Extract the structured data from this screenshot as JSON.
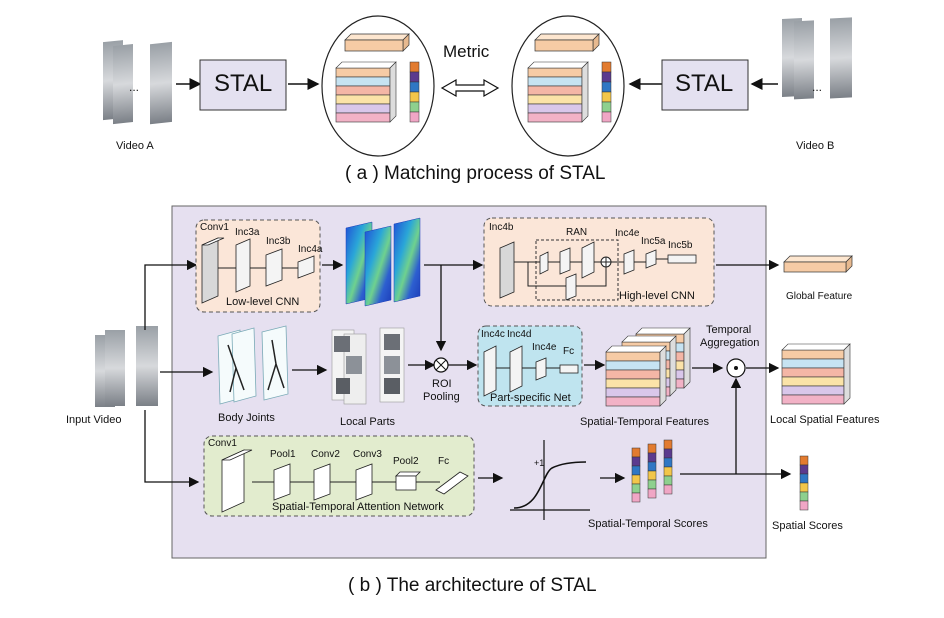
{
  "part_a": {
    "caption": "( a ) Matching process of STAL",
    "stal_left": "STAL",
    "stal_right": "STAL",
    "metric": "Metric",
    "video_a": "Video A",
    "video_b": "Video B",
    "ellipsis": "..."
  },
  "part_b": {
    "caption": "( b ) The architecture of STAL",
    "input_video": "Input Video",
    "low_level": {
      "title": "Low-level CNN",
      "conv1": "Conv1",
      "inc3a": "Inc3a",
      "inc3b": "Inc3b",
      "inc4a": "Inc4a"
    },
    "high_level": {
      "title": "High-level CNN",
      "inc4b": "Inc4b",
      "ran": "RAN",
      "inc4e": "Inc4e",
      "inc5a": "Inc5a",
      "inc5b": "Inc5b"
    },
    "global_feature": "Global Feature",
    "body_joints": "Body Joints",
    "local_parts": "Local Parts",
    "roi_pooling": "ROI\nPooling",
    "roi_line1": "ROI",
    "roi_line2": "Pooling",
    "part_net": {
      "title": "Part-specific Net",
      "inc4c": "Inc4c",
      "inc4d": "Inc4d",
      "inc4e": "Inc4e",
      "fc": "Fc"
    },
    "st_features": "Spatial-Temporal  Features",
    "temporal_agg_1": "Temporal",
    "temporal_agg_2": "Aggregation",
    "local_spatial_features": "Local Spatial Features",
    "attention_net": {
      "title": "Spatial-Temporal Attention Network",
      "conv1": "Conv1",
      "pool1": "Pool1",
      "conv2": "Conv2",
      "conv3": "Conv3",
      "pool2": "Pool2",
      "fc": "Fc"
    },
    "sigmoid_label": "+1",
    "st_scores": "Spatial-Temporal Scores",
    "spatial_scores": "Spatial Scores"
  },
  "colors": {
    "stripes": [
      "#f6cba5",
      "#c6e3f2",
      "#f4b6a6",
      "#fbe3a8",
      "#d9c7ea",
      "#f2b2c6"
    ],
    "score_colors": [
      "#e27b2f",
      "#5b3a8e",
      "#2f77c4",
      "#f2c64a",
      "#8ed08e",
      "#f0a6c5"
    ],
    "panel_bg": "#e6e0f0",
    "low_bg": "#fbe6d8",
    "high_bg": "#fbe6d8",
    "part_bg": "#bfe4ef",
    "att_bg": "#e2ecce"
  }
}
